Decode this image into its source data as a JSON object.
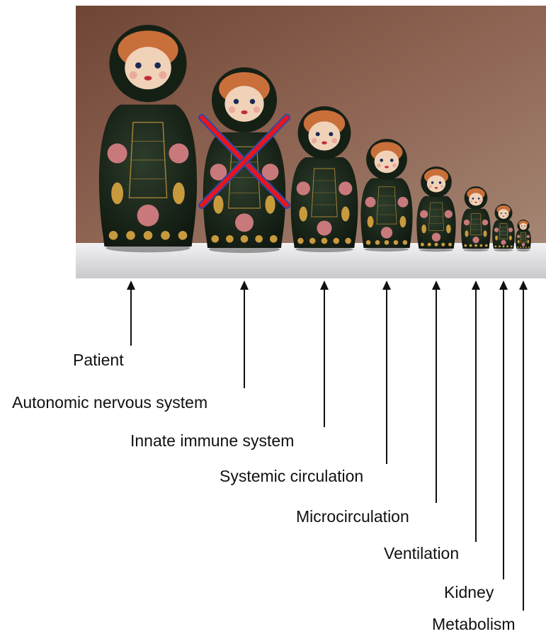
{
  "figure": {
    "photo_subject": "Nesting matryoshka dolls of decreasing size",
    "crossed_out_doll_index": 1,
    "colors": {
      "background": "#ffffff",
      "wall": "#8a5f4e",
      "doll_body": "#1b2a1c",
      "doll_face": "#f0d2b8",
      "hair": "#c96f3a",
      "gold": "#c89a3e",
      "rose": "#c9797b",
      "cross_red": "#e8151f",
      "cross_blue": "#2b4aa8",
      "arrow": "#111111",
      "text": "#111111"
    }
  },
  "labels": [
    "Patient",
    "Autonomic nervous system",
    "Innate immune system",
    "Systemic circulation",
    "Microcirculation",
    "Ventilation",
    "Kidney",
    "Metabolism"
  ]
}
